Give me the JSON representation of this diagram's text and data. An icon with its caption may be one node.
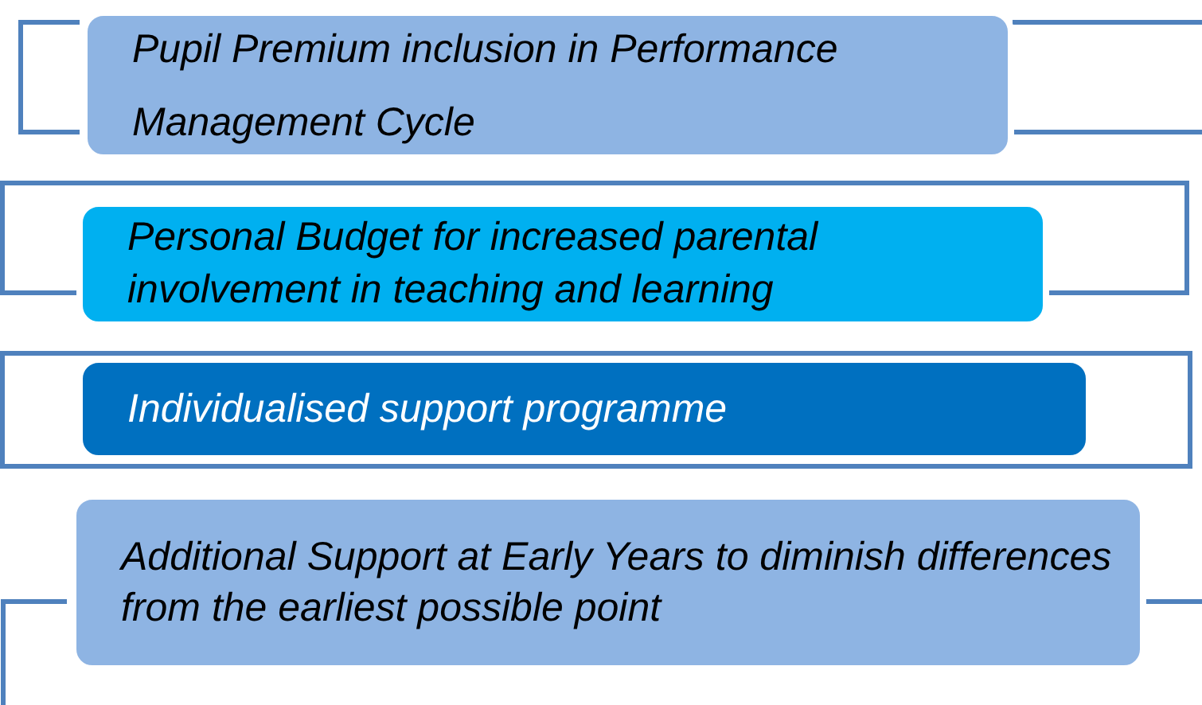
{
  "diagram": {
    "nodes": [
      {
        "text": [
          "Pupil Premium inclusion in Performance Management Cycle"
        ]
      },
      {
        "text": [
          "Personal Budget for increased parental involvement in teaching and learning"
        ]
      },
      {
        "text": [
          "Individualised support programme"
        ]
      },
      {
        "text": [
          "Additional Support at Early Years to diminish differences from the earliest possible point"
        ]
      }
    ]
  }
}
